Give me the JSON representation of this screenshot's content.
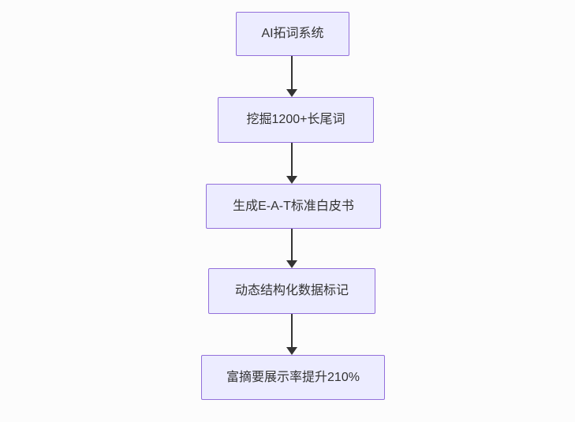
{
  "diagram": {
    "type": "flowchart",
    "direction": "top-down",
    "colors": {
      "node_fill": "#ececff",
      "node_border": "#9370db",
      "node_text": "#333333",
      "arrow": "#333333",
      "background": "#fcfcfc"
    },
    "nodes": [
      {
        "id": "n0",
        "label": "AI拓词系统"
      },
      {
        "id": "n1",
        "label": "挖掘1200+长尾词"
      },
      {
        "id": "n2",
        "label": "生成E-A-T标准白皮书"
      },
      {
        "id": "n3",
        "label": "动态结构化数据标记"
      },
      {
        "id": "n4",
        "label": "富摘要展示率提升210%"
      }
    ],
    "edges": [
      {
        "from": "n0",
        "to": "n1"
      },
      {
        "from": "n1",
        "to": "n2"
      },
      {
        "from": "n2",
        "to": "n3"
      },
      {
        "from": "n3",
        "to": "n4"
      }
    ]
  }
}
